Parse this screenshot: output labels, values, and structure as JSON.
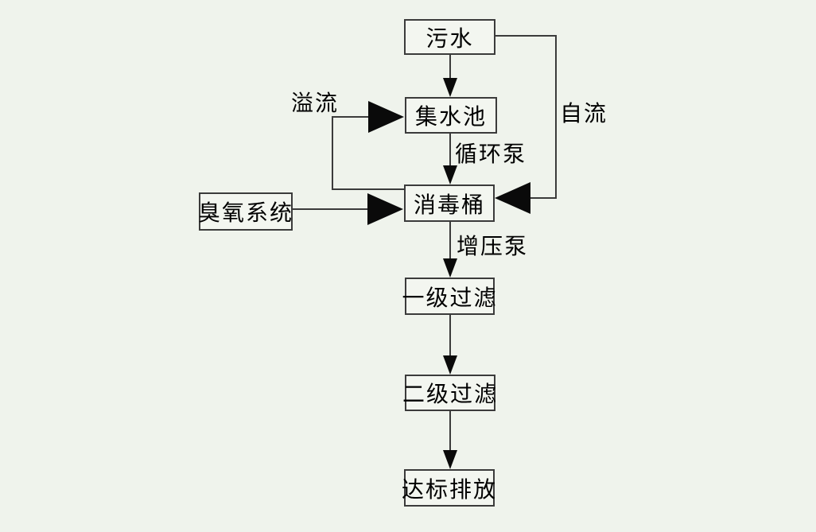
{
  "colors": {
    "background": "#eff3ec",
    "box_fill": "#f3f6f0",
    "line": "#3b3b3b",
    "arrow": "#0a0a0a",
    "text": "#000000"
  },
  "nodes": {
    "sewage": {
      "label": "污水"
    },
    "collection_pool": {
      "label": "集水池"
    },
    "disinfection_barrel": {
      "label": "消毒桶"
    },
    "ozone_system": {
      "label": "臭氧系统"
    },
    "primary_filter": {
      "label": "一级过滤"
    },
    "secondary_filter": {
      "label": "二级过滤"
    },
    "discharge": {
      "label": "达标排放"
    }
  },
  "edge_labels": {
    "overflow": "溢流",
    "gravity_flow": "自流",
    "circulation_pump": "循环泵",
    "booster_pump": "增压泵"
  },
  "edges": [
    {
      "from": "污水",
      "to": "集水池",
      "label": ""
    },
    {
      "from": "集水池",
      "to": "消毒桶",
      "label": "循环泵"
    },
    {
      "from": "污水",
      "to": "消毒桶",
      "label": "自流"
    },
    {
      "from": "消毒桶",
      "to": "集水池",
      "label": "溢流"
    },
    {
      "from": "臭氧系统",
      "to": "消毒桶",
      "label": ""
    },
    {
      "from": "消毒桶",
      "to": "一级过滤",
      "label": "增压泵"
    },
    {
      "from": "一级过滤",
      "to": "二级过滤",
      "label": ""
    },
    {
      "from": "二级过滤",
      "to": "达标排放",
      "label": ""
    }
  ]
}
